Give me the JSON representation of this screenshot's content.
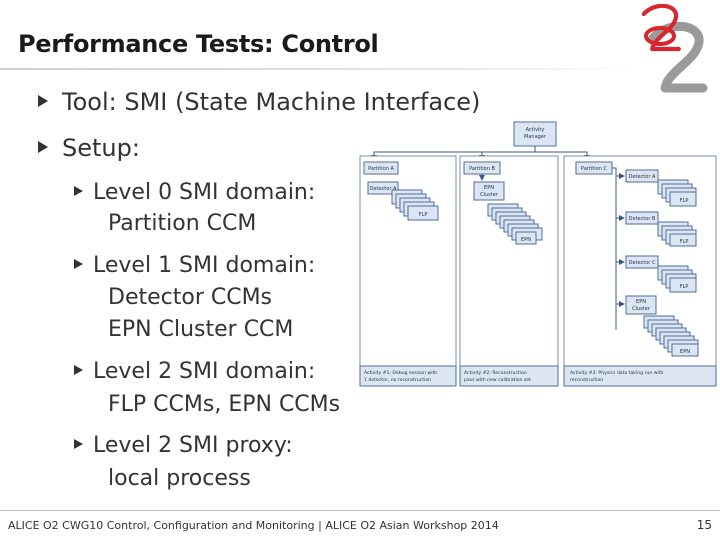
{
  "slide": {
    "title": "Performance Tests: Control"
  },
  "bullets": {
    "tool": "Tool: SMI (State Machine Interface)",
    "setup": "Setup:",
    "sub": [
      {
        "label": "Level 0 SMI domain:",
        "lines": [
          "Partition CCM"
        ]
      },
      {
        "label": "Level 1 SMI domain:",
        "lines": [
          "Detector CCMs",
          "EPN Cluster CCM"
        ]
      },
      {
        "label": "Level 2 SMI domain:",
        "lines": [
          "FLP CCMs, EPN CCMs"
        ]
      },
      {
        "label": "Level 2 SMI proxy:",
        "lines": [
          "local process"
        ]
      }
    ]
  },
  "diagram": {
    "activity_manager": [
      "Activity",
      "Manager"
    ],
    "partitions": [
      "Partition A",
      "Partition B",
      "Partition C"
    ],
    "detector_a": "Detector A",
    "flp": "FLP",
    "epn": "EPN",
    "epn_cluster": [
      "EPN",
      "Cluster"
    ],
    "detectors_c": [
      "Detector A",
      "Detector B",
      "Detector C"
    ],
    "activities": [
      [
        "Activity #1: Debug session with",
        "1 detector, no reconstruction"
      ],
      [
        "Activity #2: Reconstruction",
        "pass with new calibration set"
      ],
      [
        "Activity #3: Physics data taking run with",
        "reconstruction"
      ]
    ]
  },
  "footer": {
    "text": "ALICE O2 CWG10 Control, Configuration and Monitoring | ALICE O2 Asian Workshop 2014",
    "page": "15"
  },
  "colors": {
    "box_fill": "#dce6f2",
    "box_stroke": "#4f6d9a",
    "arrow": "#3c5a86",
    "logo_red": "#d9262c",
    "logo_gray": "#8a8a8a"
  }
}
